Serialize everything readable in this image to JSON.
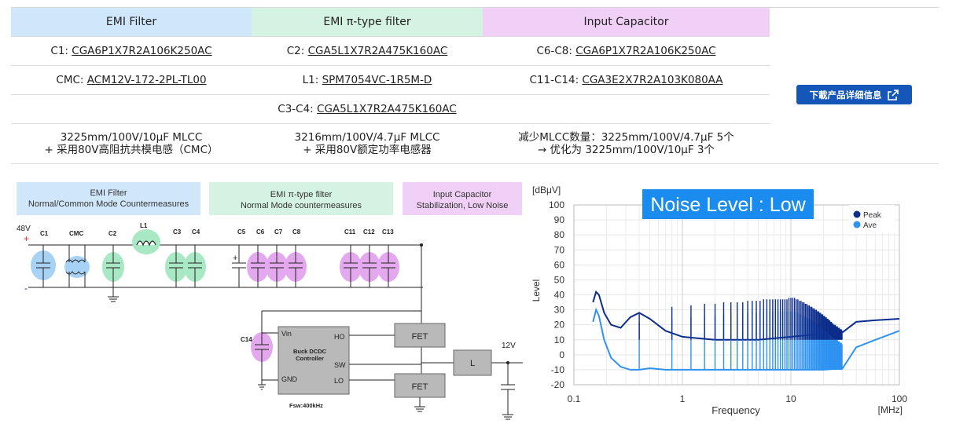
{
  "headers": {
    "emi_filter": "EMI Filter",
    "emi_pi_filter": "EMI π-type filter",
    "input_capacitor": "Input Capacitor"
  },
  "rows": [
    {
      "c1_prefix": "C1: ",
      "c1_part": "CGA6P1X7R2A106K250AC",
      "c2_prefix": "C2: ",
      "c2_part": "CGA5L1X7R2A475K160AC",
      "c3_prefix": "C6-C8: ",
      "c3_part": "CGA6P1X7R2A106K250AC"
    },
    {
      "c1_prefix": "CMC: ",
      "c1_part": "ACM12V-172-2PL-TL00",
      "c2_prefix": "L1: ",
      "c2_part": "SPM7054VC-1R5M-D",
      "c3_prefix": "C11-C14: ",
      "c3_part": "CGA3E2X7R2A103K080AA"
    },
    {
      "c2_prefix": "C3-C4: ",
      "c2_part": "CGA5L1X7R2A475K160AC"
    }
  ],
  "descriptions": {
    "col1_line1": "3225mm/100V/10μF MLCC",
    "col1_line2": "+ 采用80V高阻抗共模电感（CMC）",
    "col2_line1": "3216mm/100V/4.7μF MLCC",
    "col2_line2": "+ 采用80V额定功率电感器",
    "col3_line1": "减少MLCC数量：3225mm/100V/4.7μF 5个",
    "col3_line2": "→ 优化为 3225mm/100V/10μF 3个"
  },
  "download_button": {
    "label": "下載产品详细信息",
    "icon": "external-link-icon"
  },
  "circuit": {
    "emi_box_line1": "EMI Filter",
    "emi_box_line2": "Normal/Common Mode Countermeasures",
    "pi_box_line1": "EMI π-type filter",
    "pi_box_line2": "Normal Mode countermeasures",
    "input_box_line1": "Input Capacitor",
    "input_box_line2": "Stabilization, Low Noise",
    "voltage_in": "48V",
    "plus": "+",
    "minus": "-",
    "labels": [
      "C1",
      "CMC",
      "C2",
      "L1",
      "C3",
      "C4",
      "C5",
      "C6",
      "C7",
      "C8",
      "C11",
      "C12",
      "C13"
    ],
    "c14": "C14",
    "ic_title_line1": "Buck DCDC",
    "ic_title_line2": "Controller",
    "pin_vin": "Vin",
    "pin_gnd": "GND",
    "pin_ho": "HO",
    "pin_sw": "SW",
    "pin_lo": "LO",
    "fet": "FET",
    "inductor": "L",
    "voltage_out": "12V",
    "fsw": "Fsw:400kHz",
    "colors": {
      "emi": "#a8d2f5",
      "pi": "#a9e8c4",
      "input": "#e4a8ee"
    }
  },
  "chart_data": {
    "type": "line",
    "title": "Noise Level : Low",
    "xlabel": "Frequency",
    "ylabel": "Level",
    "x_unit": "[MHz]",
    "y_unit": "[dBμV]",
    "xscale": "log",
    "xlim": [
      0.1,
      100
    ],
    "ylim": [
      -20,
      100
    ],
    "x_ticks": [
      "0.1",
      "1",
      "10",
      "100"
    ],
    "y_ticks": [
      "100",
      "90",
      "80",
      "70",
      "60",
      "50",
      "40",
      "30",
      "20",
      "10",
      "0",
      "-10",
      "-20"
    ],
    "grid": true,
    "legend_position": "top-right",
    "series": [
      {
        "name": "Peak",
        "color": "#0d2d8c",
        "x": [
          0.15,
          0.16,
          0.17,
          0.19,
          0.22,
          0.27,
          0.33,
          0.4,
          0.5,
          0.7,
          1.0,
          2.0,
          5.0,
          10,
          20,
          30,
          40,
          60,
          100
        ],
        "y": [
          35,
          42,
          40,
          28,
          20,
          18,
          25,
          28,
          24,
          16,
          12,
          10,
          10,
          12,
          14,
          15,
          22,
          23,
          24
        ]
      },
      {
        "name": "Ave",
        "color": "#2f93f0",
        "x": [
          0.15,
          0.16,
          0.17,
          0.19,
          0.22,
          0.27,
          0.33,
          0.4,
          0.5,
          0.7,
          1.0,
          2.0,
          5.0,
          10,
          20,
          30,
          40,
          60,
          100
        ],
        "y": [
          22,
          30,
          26,
          10,
          -2,
          -8,
          -10,
          -10,
          -9,
          -10,
          -10,
          -10,
          -10,
          -10,
          -10,
          -9,
          5,
          10,
          16
        ]
      }
    ],
    "peaks": {
      "x": [
        0.4,
        0.8,
        1.2,
        1.6,
        2.0,
        2.4,
        2.8,
        3.2,
        3.6,
        4.0,
        4.4,
        4.8,
        5.2,
        5.6,
        6.0,
        6.4,
        6.8,
        7.2,
        7.6,
        8.0,
        8.4,
        8.8,
        9.2,
        9.6,
        10.0,
        10.4,
        10.8,
        11.2,
        11.6,
        12.0,
        12.4,
        12.8,
        13.2,
        13.6,
        14.0,
        14.4,
        14.8,
        15.2,
        15.6,
        16.0,
        16.4,
        16.8,
        17.2,
        17.6,
        18.0,
        18.4,
        18.8,
        19.2,
        19.6,
        20.0,
        20.4,
        20.8,
        21.2,
        21.6,
        22.0,
        22.4,
        22.8,
        23.2,
        23.6,
        24.0,
        24.4,
        24.8,
        25.2,
        25.6,
        26.0,
        26.4,
        26.8,
        27.2,
        27.6,
        28.0,
        28.4,
        28.8,
        29.2,
        29.6
      ],
      "peak_top": [
        28,
        32,
        33,
        34,
        34,
        35,
        35,
        35,
        35,
        36,
        36,
        36,
        36,
        37,
        37,
        37,
        37,
        37,
        37,
        37,
        37,
        37,
        37,
        38,
        38,
        38,
        38,
        37,
        37,
        36,
        36,
        35,
        35,
        34,
        34,
        33,
        33,
        32,
        32,
        31,
        31,
        30,
        30,
        29,
        29,
        28,
        28,
        27,
        27,
        26,
        26,
        25,
        25,
        24,
        24,
        23,
        23,
        22,
        22,
        21,
        21,
        20,
        20,
        20,
        19,
        19,
        19,
        18,
        18,
        18,
        17,
        17,
        17,
        16
      ],
      "ave_top": [
        22,
        24,
        25,
        26,
        26,
        27,
        27,
        27,
        28,
        28,
        28,
        28,
        29,
        29,
        29,
        29,
        29,
        29,
        29,
        29,
        29,
        29,
        29,
        29,
        29,
        29,
        29,
        28,
        28,
        27,
        27,
        26,
        26,
        25,
        25,
        24,
        24,
        23,
        23,
        22,
        22,
        21,
        21,
        20,
        20,
        19,
        19,
        18,
        18,
        17,
        17,
        16,
        16,
        15,
        15,
        14,
        14,
        13,
        13,
        12,
        12,
        11,
        11,
        11,
        10,
        10,
        10,
        9,
        9,
        9,
        8,
        8,
        8,
        7
      ]
    }
  }
}
